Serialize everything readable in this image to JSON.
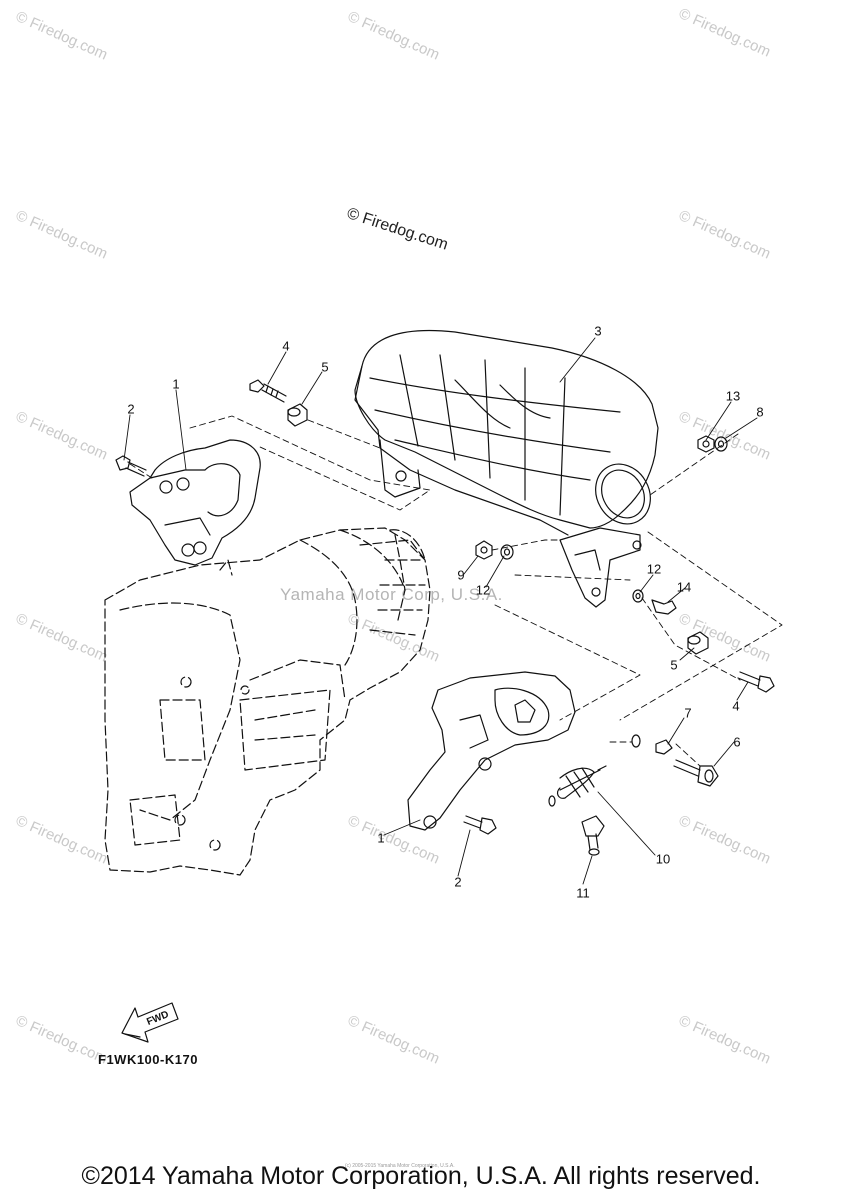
{
  "watermark_small": "© Firedog.com",
  "watermark_main": "© Firedog.com",
  "corp_watermark": "Yamaha Motor Corp, U.S.A.",
  "callouts": {
    "c1a": "1",
    "c2a": "2",
    "c3": "3",
    "c4a": "4",
    "c5a": "5",
    "c13": "13",
    "c8": "8",
    "c9": "9",
    "c12a": "12",
    "c12b": "12",
    "c14": "14",
    "c5b": "5",
    "c4b": "4",
    "c7": "7",
    "c6": "6",
    "c1b": "1",
    "c10": "10",
    "c2b": "2",
    "c11": "11"
  },
  "fwd_label": "FWD",
  "diagram_code": "F1WK100-K170",
  "tiny_text": "(c) 2005-2015 Yamaha Motor Corporation, U.S.A.",
  "footer": "©2014 Yamaha Motor Corporation, U.S.A. All rights reserved."
}
